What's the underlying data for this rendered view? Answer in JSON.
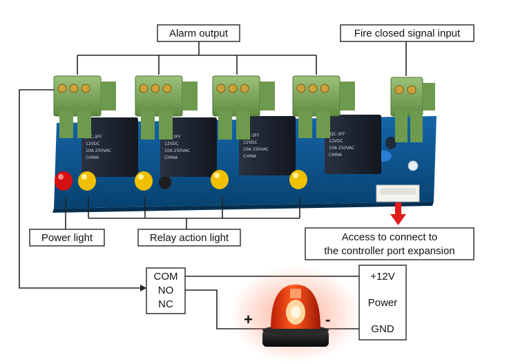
{
  "labels": {
    "alarm_output": "Alarm output",
    "fire_input": "Fire closed signal input",
    "power_light": "Power light",
    "relay_action_light": "Relay action light",
    "access_line1": "Access to connect to",
    "access_line2": "the controller port expansion"
  },
  "relay_box": {
    "com": "COM",
    "no": "NO",
    "nc": "NC"
  },
  "power_box": {
    "plus12v": "+12V",
    "power": "Power",
    "gnd": "GND"
  },
  "signs": {
    "plus": "+",
    "minus": "-"
  },
  "relay_marking": {
    "model": "JQC-3FF",
    "line1": "12VDC",
    "line2": "10A 250VAC",
    "line3": "CHINA"
  },
  "colors": {
    "board": "#0b4f86",
    "terminal": "#7da85a",
    "relay": "#1f2530",
    "led_power": "#e01010",
    "led_relay": "#f0c000",
    "arrow": "#e21b1b",
    "beacon": "#e3360e"
  }
}
